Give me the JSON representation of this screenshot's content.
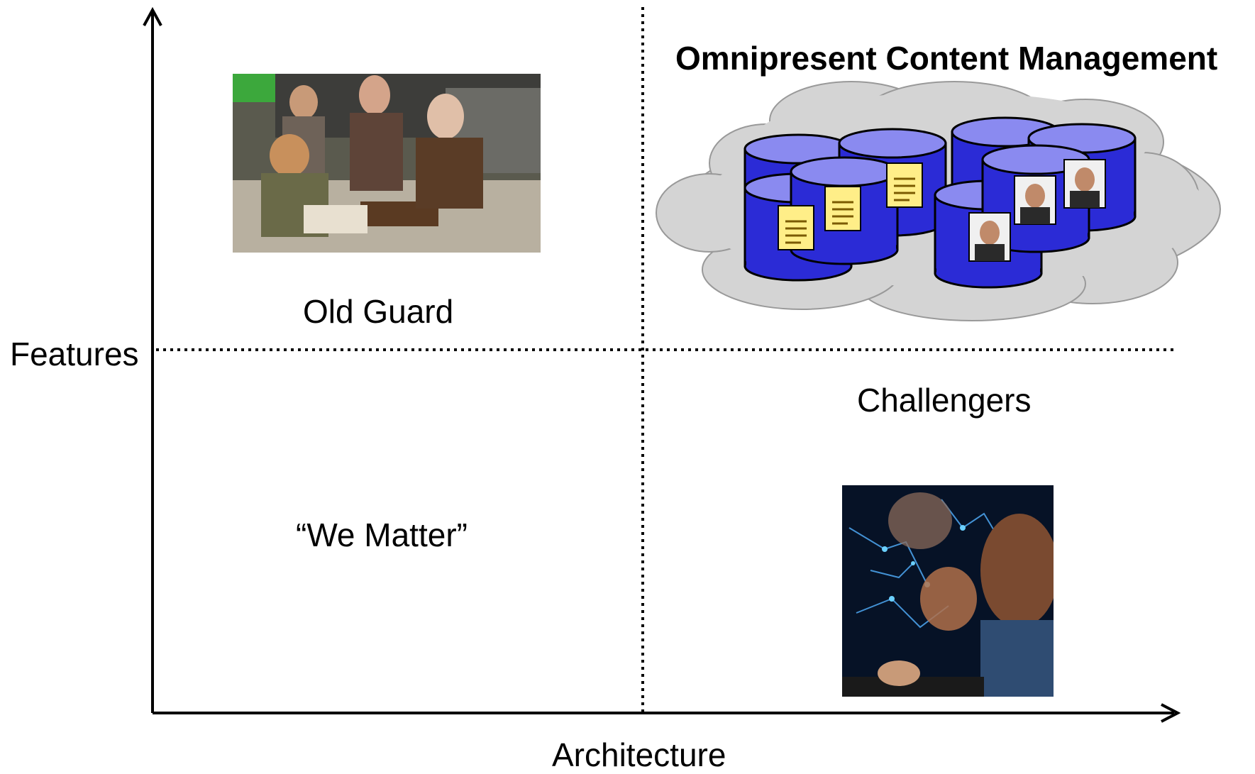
{
  "axes": {
    "y_label": "Features",
    "x_label": "Architecture"
  },
  "quadrants": {
    "top_left": "Old Guard",
    "top_right": "Omnipresent Content Management",
    "bottom_left": "“We Matter”",
    "bottom_right": "Challengers"
  },
  "colors": {
    "cylinder_fill": "#2b2bd6",
    "cylinder_top": "#8a8af0",
    "cloud_fill": "#d4d4d4",
    "document_fill": "#ffee88"
  }
}
